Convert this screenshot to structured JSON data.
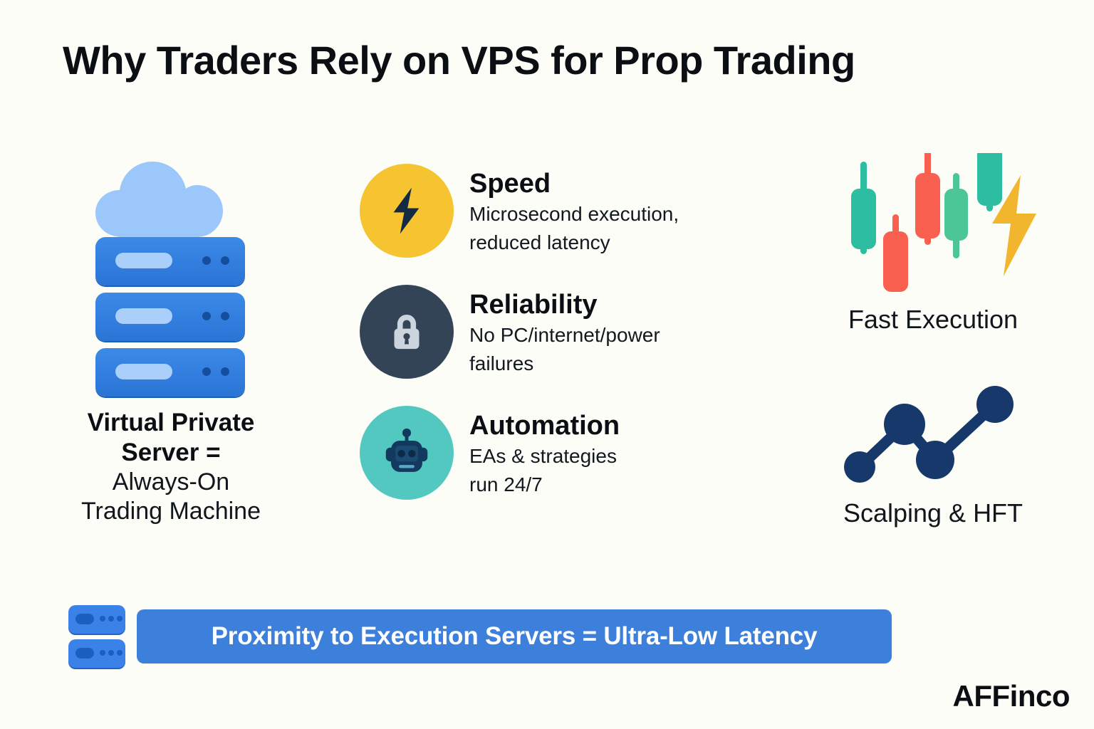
{
  "title": "Why Traders Rely on VPS for Prop Trading",
  "background_color": "#fdfdf7",
  "left": {
    "icon": "cloud-server-icon",
    "caption_bold_line1": "Virtual Private",
    "caption_bold_line2": "Server =",
    "caption_light_line1": "Always-On",
    "caption_light_line2": "Trading Machine"
  },
  "features": [
    {
      "icon": "lightning-bolt-icon",
      "badge_color": "#f5c430",
      "title": "Speed",
      "desc_line1": "Microsecond execution,",
      "desc_line2": "reduced latency"
    },
    {
      "icon": "lock-icon",
      "badge_color": "#334457",
      "title": "Reliability",
      "desc_line1": "No PC/internet/power",
      "desc_line2": "failures"
    },
    {
      "icon": "robot-icon",
      "badge_color": "#52c8c0",
      "title": "Automation",
      "desc_line1": "EAs & strategies",
      "desc_line2": "run 24/7"
    }
  ],
  "right": {
    "candles_caption": "Fast Execution",
    "line_caption": "Scalping & HFT",
    "candle_icon": "candlestick-chart-icon",
    "bolt_icon": "lightning-bolt-icon",
    "line_icon": "line-chart-icon"
  },
  "banner": {
    "icon": "server-rack-icon",
    "text": "Proximity to Execution Servers = Ultra-Low Latency",
    "color": "#3d80db"
  },
  "logo": "AFFinco",
  "chart_data": [
    {
      "type": "candlestick",
      "title": "Fast Execution",
      "series": [
        {
          "index": 1,
          "open": 50,
          "close": 78,
          "high": 90,
          "low": 34,
          "direction": "up",
          "color": "#2dbda0"
        },
        {
          "index": 2,
          "open": 62,
          "close": 34,
          "high": 70,
          "low": 18,
          "direction": "down",
          "color": "#f9604f"
        },
        {
          "index": 3,
          "open": 76,
          "close": 42,
          "high": 86,
          "low": 30,
          "direction": "down",
          "color": "#f9604f"
        },
        {
          "index": 4,
          "open": 48,
          "close": 72,
          "high": 78,
          "low": 38,
          "direction": "up",
          "color": "#4cc697"
        },
        {
          "index": 5,
          "open": 66,
          "close": 96,
          "high": 104,
          "low": 56,
          "direction": "up",
          "color": "#2dbda0"
        }
      ],
      "overlay": {
        "icon": "lightning-bolt-icon",
        "color": "#f2b62e"
      }
    },
    {
      "type": "line",
      "title": "Scalping & HFT",
      "x": [
        1,
        2,
        3,
        4
      ],
      "values": [
        18,
        62,
        25,
        82
      ],
      "color": "#16386b",
      "markers": true
    }
  ]
}
